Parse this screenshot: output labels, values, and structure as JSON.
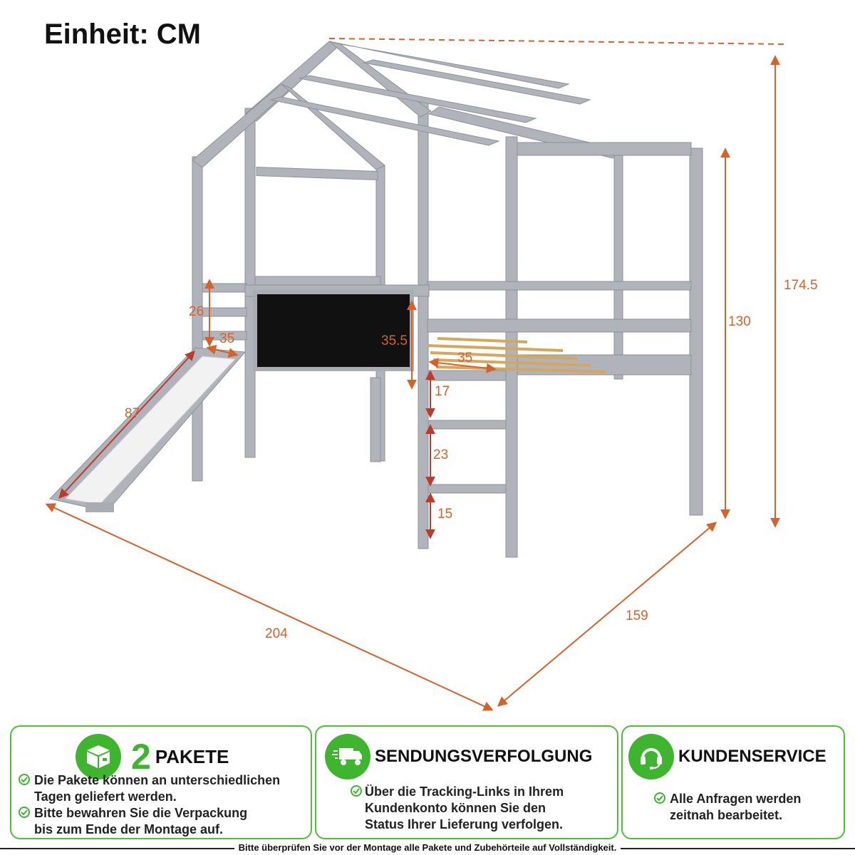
{
  "title": "Einheit: CM",
  "dimensions": {
    "total_height": "174.5",
    "platform_height": "130",
    "length": "204",
    "width": "159",
    "rail_height": "26",
    "slide_gap": "35",
    "slide_length": "87",
    "board_height": "35.5",
    "entry_width": "35",
    "ladder_top": "17",
    "ladder_middle": "23",
    "ladder_bottom": "15"
  },
  "panels": {
    "packages": {
      "number": "2",
      "title": "PAKETE",
      "bullets": [
        [
          "Die Pakete können an unterschiedlichen",
          "Tagen geliefert werden."
        ],
        [
          "Bitte bewahren Sie die Verpackung",
          "bis zum Ende der Montage auf."
        ]
      ]
    },
    "tracking": {
      "title": "SENDUNGSVERFOLGUNG",
      "bullets": [
        [
          "Über die Tracking-Links in Ihrem",
          "Kundenkonto können Sie den",
          "Status Ihrer Lieferung verfolgen."
        ]
      ]
    },
    "service": {
      "title": "KUNDENSERVICE",
      "bullets": [
        [
          "Alle Anfragen werden",
          "zeitnah bearbeitet."
        ]
      ]
    }
  },
  "footer": "Bitte überprüfen Sie vor der Montage alle Pakete und Zubehörteile auf Vollständigkeit.",
  "colors": {
    "dimension": "#d4622a",
    "frame": "#a9adb3",
    "accent_green": "#3fb52f",
    "board": "#111111"
  },
  "icons": [
    "package-icon",
    "truck-icon",
    "headset-icon",
    "check-icon"
  ]
}
